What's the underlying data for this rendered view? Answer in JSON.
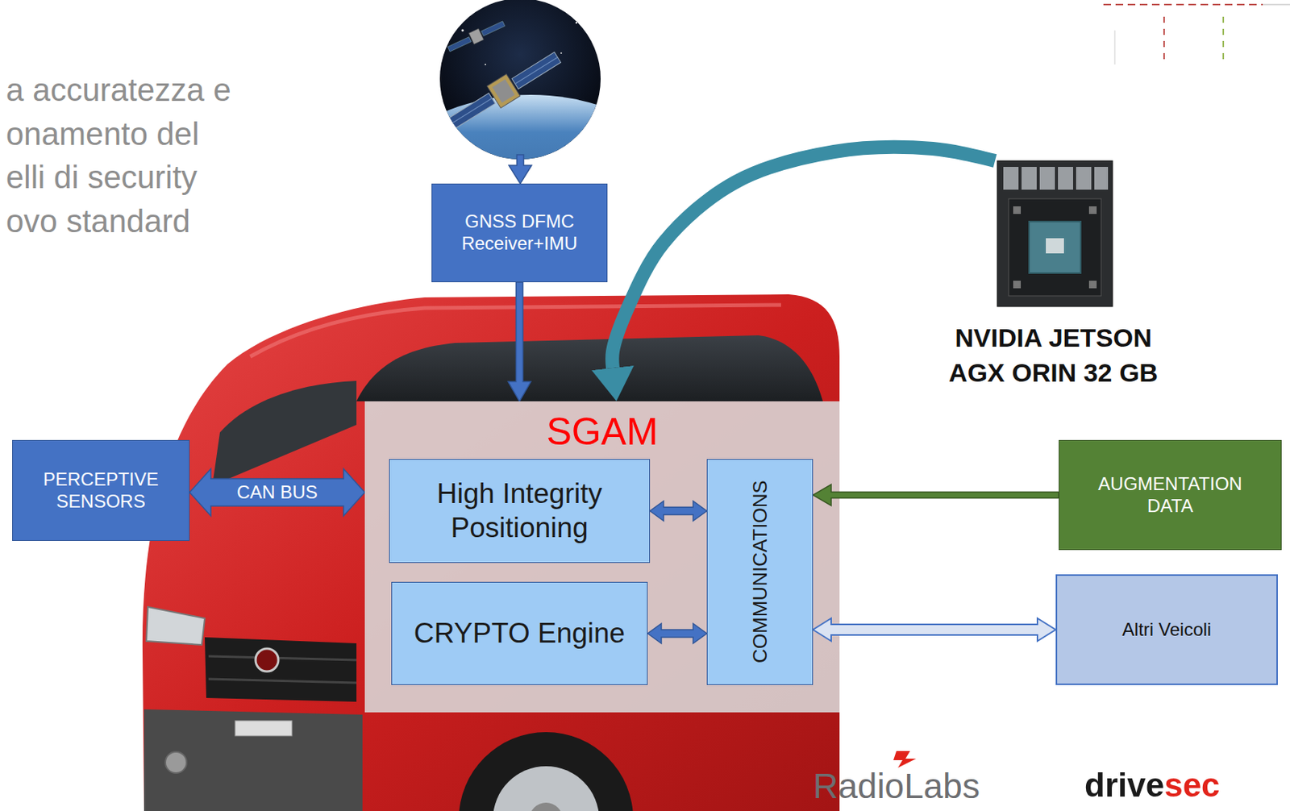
{
  "diagram": {
    "nodes": [
      {
        "text": [
          "GNSS DFMC Receiver+IMU"
        ]
      },
      {
        "text": [
          "NVIDIA JETSON AGX ORIN 32 GB"
        ]
      },
      {
        "text": [
          "PERCEPTIVE SENSORS"
        ]
      },
      {
        "text": [
          "SGAM"
        ]
      },
      {
        "text": [
          "High Integrity Positioning"
        ],
        "in": 3
      },
      {
        "text": [
          "CRYPTO Engine"
        ],
        "in": 3
      },
      {
        "text": [
          "COMMUNICATIONS"
        ],
        "in": 3
      },
      {
        "text": [
          "AUGMENTATION DATA"
        ]
      },
      {
        "text": [
          "Altri Veicoli"
        ]
      }
    ],
    "edges": [
      {
        "from": 0,
        "to": 3,
        "arrow": "to"
      },
      {
        "from": 1,
        "to": 3,
        "arrow": "to"
      },
      {
        "from": 2,
        "to": 3,
        "label": "CAN BUS",
        "arrow": "both"
      },
      {
        "from": 4,
        "to": 6,
        "arrow": "both"
      },
      {
        "from": 5,
        "to": 6,
        "arrow": "both"
      },
      {
        "from": 7,
        "to": 6,
        "arrow": "to"
      },
      {
        "from": 6,
        "to": 8,
        "arrow": "both"
      }
    ],
    "labels": [
      "a accuratezza e",
      "onamento del",
      "elli di security",
      "ovo standard",
      "RadioLabs",
      "drivesec"
    ]
  }
}
